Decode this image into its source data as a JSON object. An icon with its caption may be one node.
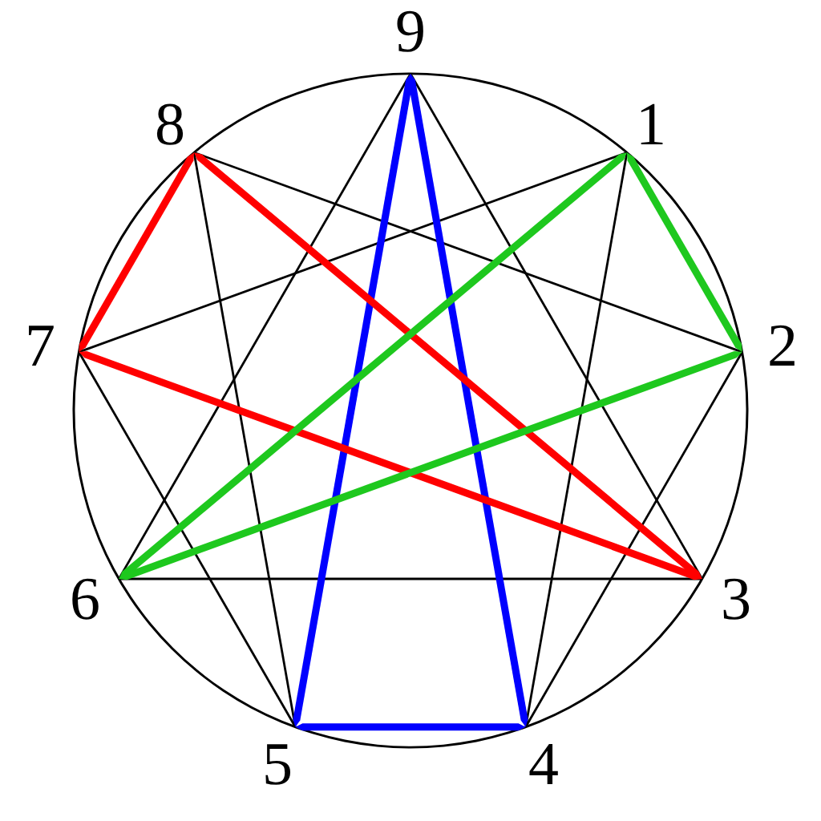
{
  "diagram": {
    "nodes": [
      {
        "text": [
          "9"
        ]
      },
      {
        "text": [
          "8"
        ]
      },
      {
        "text": [
          "1"
        ]
      },
      {
        "text": [
          "7"
        ]
      },
      {
        "text": [
          "2"
        ]
      },
      {
        "text": [
          "6"
        ]
      },
      {
        "text": [
          "3"
        ]
      },
      {
        "text": [
          "5"
        ]
      },
      {
        "text": [
          "4"
        ]
      }
    ],
    "edges": [
      {
        "from": 0,
        "to": 5,
        "arrow": "none"
      },
      {
        "from": 0,
        "to": 6,
        "arrow": "none"
      },
      {
        "from": 5,
        "to": 6,
        "arrow": "none"
      },
      {
        "from": 2,
        "to": 8,
        "arrow": "none"
      },
      {
        "from": 8,
        "to": 4,
        "arrow": "none"
      },
      {
        "from": 4,
        "to": 1,
        "arrow": "none"
      },
      {
        "from": 1,
        "to": 7,
        "arrow": "none"
      },
      {
        "from": 7,
        "to": 3,
        "arrow": "none"
      },
      {
        "from": 3,
        "to": 2,
        "arrow": "none"
      },
      {
        "from": 0,
        "to": 7,
        "arrow": "none",
        "style": "thick",
        "color": "#0000ff"
      },
      {
        "from": 0,
        "to": 8,
        "arrow": "none",
        "style": "thick",
        "color": "#0000ff"
      },
      {
        "from": 7,
        "to": 8,
        "arrow": "none",
        "style": "thick",
        "color": "#0000ff"
      },
      {
        "from": 1,
        "to": 3,
        "arrow": "none",
        "style": "thick",
        "color": "#ff0000"
      },
      {
        "from": 1,
        "to": 6,
        "arrow": "none",
        "style": "thick",
        "color": "#ff0000"
      },
      {
        "from": 3,
        "to": 6,
        "arrow": "none",
        "style": "thick",
        "color": "#ff0000"
      },
      {
        "from": 2,
        "to": 4,
        "arrow": "none",
        "style": "thick",
        "color": "#1ec81e"
      },
      {
        "from": 2,
        "to": 5,
        "arrow": "none",
        "style": "thick",
        "color": "#1ec81e"
      },
      {
        "from": 4,
        "to": 5,
        "arrow": "none",
        "style": "thick",
        "color": "#1ec81e"
      }
    ]
  }
}
